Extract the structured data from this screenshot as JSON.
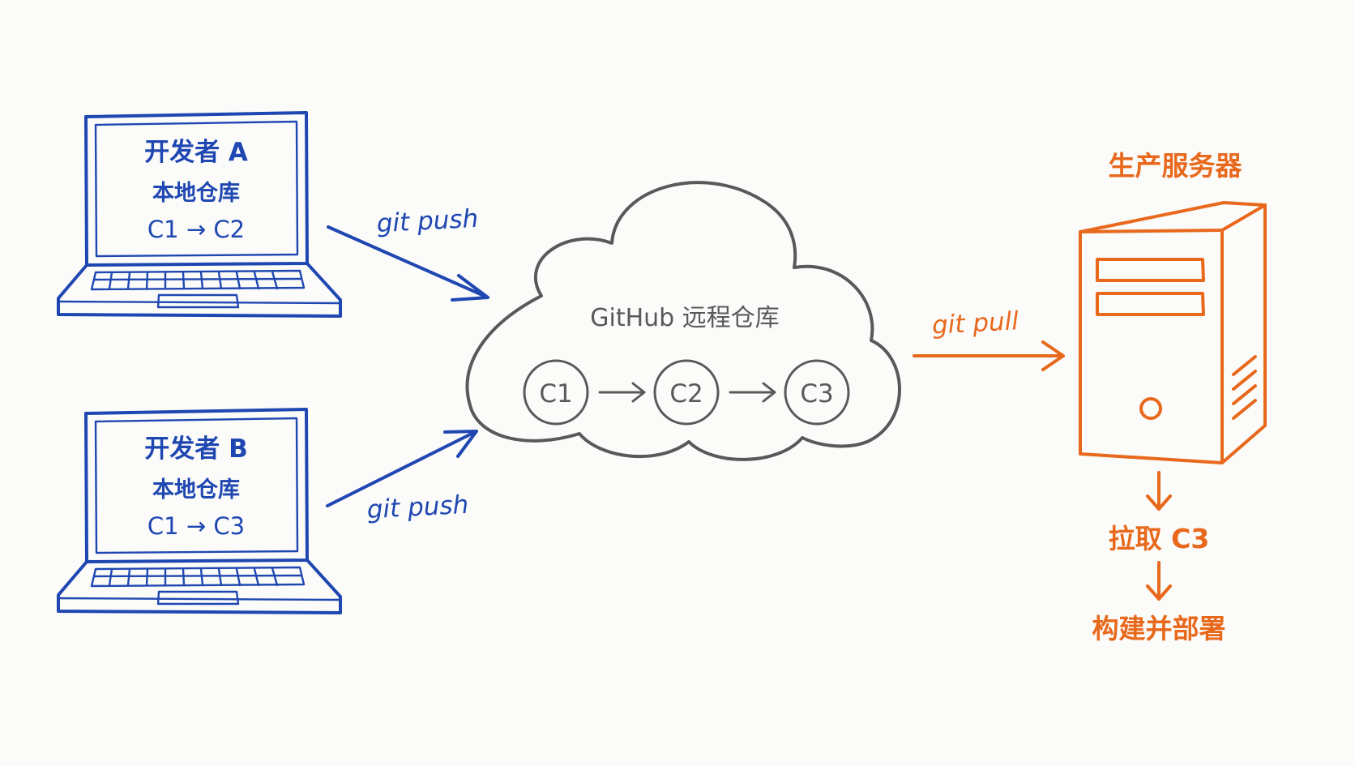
{
  "colors": {
    "developer": "#1f47b2",
    "cloud": "#595959",
    "server": "#e8681c",
    "background": "#fbfbf9"
  },
  "developers": [
    {
      "title": "开发者 A",
      "subtitle": "本地仓库",
      "commits": "C1 → C2",
      "push_label": "git push"
    },
    {
      "title": "开发者 B",
      "subtitle": "本地仓库",
      "commits": "C1 → C3",
      "push_label": "git push"
    }
  ],
  "remote": {
    "title": "GitHub 远程仓库",
    "commits": [
      "C1",
      "C2",
      "C3"
    ]
  },
  "pull": {
    "label": "git pull"
  },
  "server": {
    "title": "生产服务器",
    "steps": [
      "拉取 C3",
      "构建并部署"
    ]
  },
  "icons": [
    "laptop-icon",
    "cloud-icon",
    "server-tower-icon",
    "arrow-icon"
  ]
}
